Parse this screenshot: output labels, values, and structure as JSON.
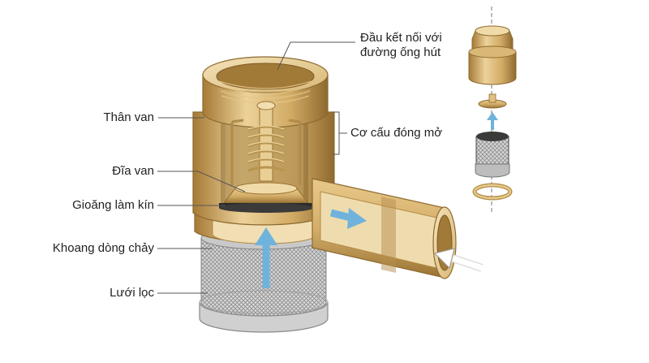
{
  "labels": {
    "connector": [
      "Đầu kết nối với",
      "đường ống hút"
    ],
    "body": "Thân van",
    "mechanism": "Cơ cấu đóng mở",
    "disc": "Đĩa van",
    "gasket": "Gioăng làm kín",
    "chamber": "Khoang dòng chảy",
    "strainer": "Lưới lọc"
  },
  "colors": {
    "brass_light": "#e8c98a",
    "brass_mid": "#caa05a",
    "brass_dark": "#8e6a2f",
    "flow_arrow": "#6fb3dc",
    "mesh": "#b9b9b9",
    "gasket": "#2a2a2a",
    "leader": "#555555"
  }
}
